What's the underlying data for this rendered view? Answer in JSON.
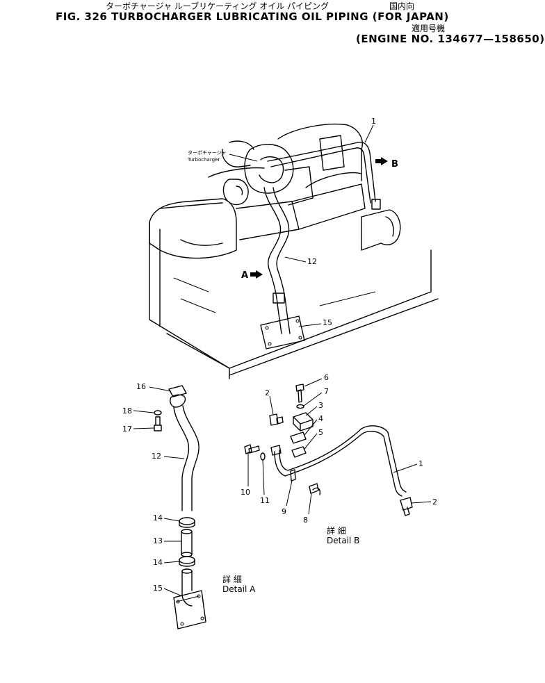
{
  "header": {
    "title_jp": "ターボチャージャ ルーブリケーティング オイル パイピング",
    "market_jp": "国内向",
    "fig_title": "FIG. 326  TURBOCHARGER LUBRICATING OIL PIPING  (FOR JAPAN)",
    "serial_jp": "適用号機",
    "serial_en": "(ENGINE NO. 134677—158650)"
  },
  "diagram": {
    "turbo_label_jp": "ターボチャージャ",
    "turbo_label_en": "Turbocharger",
    "view_a": "A",
    "view_b": "B",
    "detail_a_jp": "詳 細",
    "detail_a_en": "Detail A",
    "detail_b_jp": "詳 細",
    "detail_b_en": "Detail B",
    "callouts_main": [
      "1",
      "12",
      "15"
    ],
    "callouts_a": [
      "16",
      "18",
      "17",
      "12",
      "14",
      "13",
      "14",
      "15"
    ],
    "callouts_b": [
      "6",
      "7",
      "2",
      "3",
      "4",
      "5",
      "1",
      "10",
      "11",
      "9",
      "8",
      "2"
    ]
  }
}
